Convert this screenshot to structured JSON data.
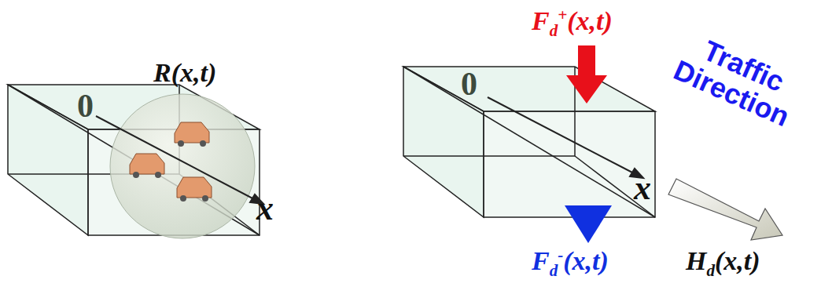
{
  "diagram": {
    "labels": [
      "R(x,t)",
      "0",
      "x",
      "0",
      "x",
      "Fd+(x,t)",
      "Fd-(x,t)",
      "Traffic Direction",
      "Hd(x,t)"
    ]
  }
}
